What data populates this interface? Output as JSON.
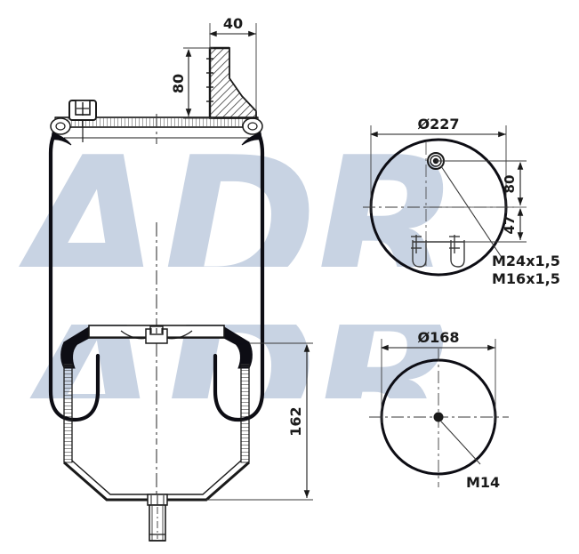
{
  "drawing": {
    "title": "Air Spring Bellows Technical Drawing",
    "background_color": "#ffffff",
    "line_color": "#1a1a1a",
    "thin_line_color": "#555555",
    "watermark": {
      "text": "ADR",
      "color": "#c8d3e3",
      "rows": 2
    }
  },
  "views": {
    "section": {
      "name": "cross-section-elevation",
      "dimensions": {
        "bracket_width": "40",
        "bracket_height": "80",
        "piston_height": "162"
      }
    },
    "top_plate": {
      "name": "top-plate-plan-view",
      "diameter_label": "Ø227",
      "offset_upper": "80",
      "offset_lower": "47",
      "thread_primary": "M24x1,5",
      "thread_secondary": "M16x1,5"
    },
    "bottom_piston": {
      "name": "bottom-piston-plan-view",
      "diameter_label": "Ø168",
      "thread": "M14"
    }
  },
  "labels": {
    "d40": "40",
    "d80": "80",
    "d162": "162",
    "d227": "Ø227",
    "d80b": "80",
    "d47": "47",
    "m24": "M24x1,5",
    "m16": "M16x1,5",
    "d168": "Ø168",
    "m14": "M14"
  }
}
